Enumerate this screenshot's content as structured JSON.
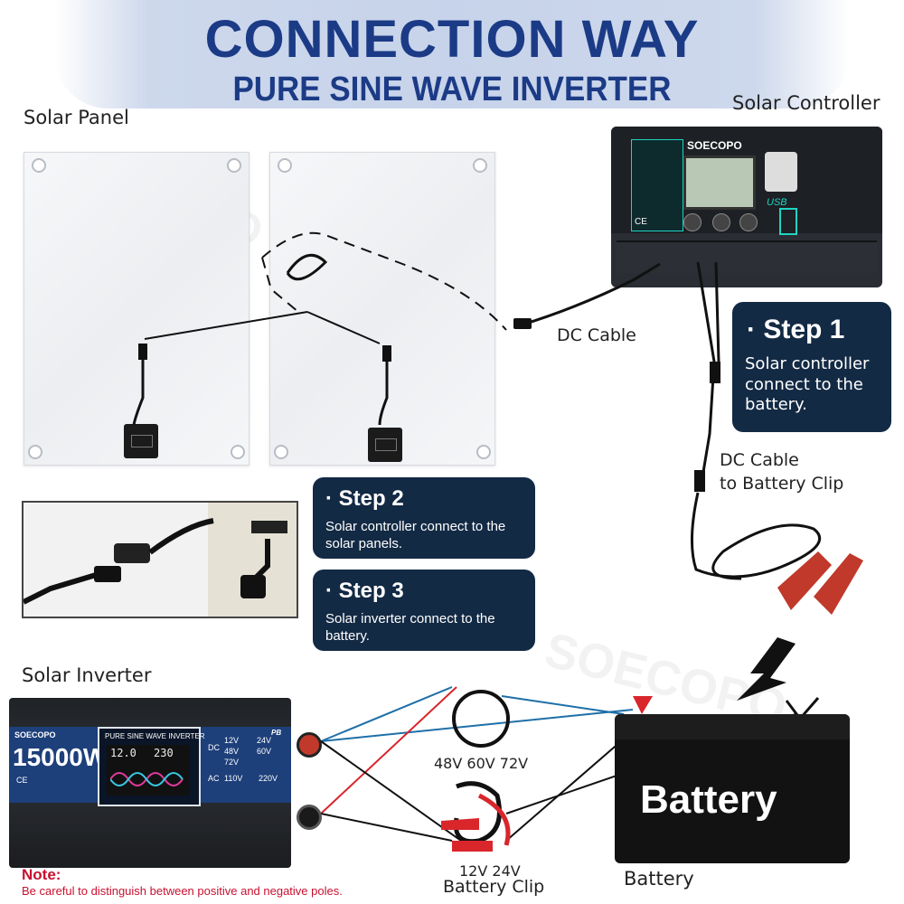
{
  "header": {
    "title": "CONNECTION WAY",
    "subtitle": "PURE SINE WAVE INVERTER"
  },
  "labels": {
    "solar_panel": "Solar Panel",
    "solar_controller": "Solar Controller",
    "dc_cable": "DC Cable",
    "dc_cable_battery_line1": "DC Cable",
    "dc_cable_battery_line2": "to Battery Clip",
    "solar_inverter": "Solar Inverter",
    "voltage_high": "48V 60V 72V",
    "voltage_low": "12V 24V",
    "battery_clip": "Battery Clip",
    "battery": "Battery"
  },
  "steps": [
    {
      "title": "Step 1",
      "text": "Solar controller connect to the battery."
    },
    {
      "title": "Step 2",
      "text": "Solar controller connect to the solar panels."
    },
    {
      "title": "Step 3",
      "text": "Solar inverter connect to the battery."
    }
  ],
  "controller": {
    "brand": "SOECOPO",
    "usb_label": "USB",
    "ce_mark": "CE"
  },
  "inverter": {
    "brand": "SOECOPO",
    "panel_title": "PURE SINE WAVE INVERTER",
    "badge": "PB",
    "power": "15000W",
    "screen_in": "12.0",
    "screen_out": "230",
    "dc_label": "DC",
    "ac_label": "AC",
    "dc_options": [
      "12V",
      "24V",
      "48V",
      "60V",
      "72V"
    ],
    "ac_options": [
      "110V",
      "220V"
    ],
    "cert": "CE"
  },
  "battery_body": {
    "label": "Battery"
  },
  "watermark": "SOECOPO",
  "note": {
    "title": "Note:",
    "text": "Be careful to distinguish between positive and negative poles."
  },
  "colors": {
    "title_blue": "#1c3b86",
    "step_box": "#132a44",
    "note_red": "#c8102e",
    "wire_blue": "#1f6fa8",
    "wire_black": "#1a1a1a",
    "clip_red": "#d9262b"
  }
}
